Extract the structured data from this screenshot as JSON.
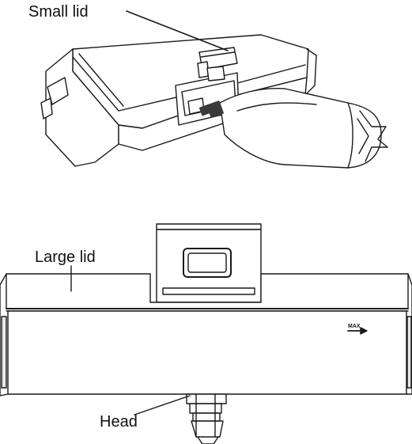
{
  "labels": {
    "small_lid": "Small lid",
    "large_lid": "Large lid",
    "head": "Head"
  },
  "marking": {
    "max_text": "MAX"
  },
  "colors": {
    "line": "#1a1a1a",
    "fill": "#ffffff",
    "shade": "#e6e6e6",
    "dark": "#3a3a3a"
  }
}
